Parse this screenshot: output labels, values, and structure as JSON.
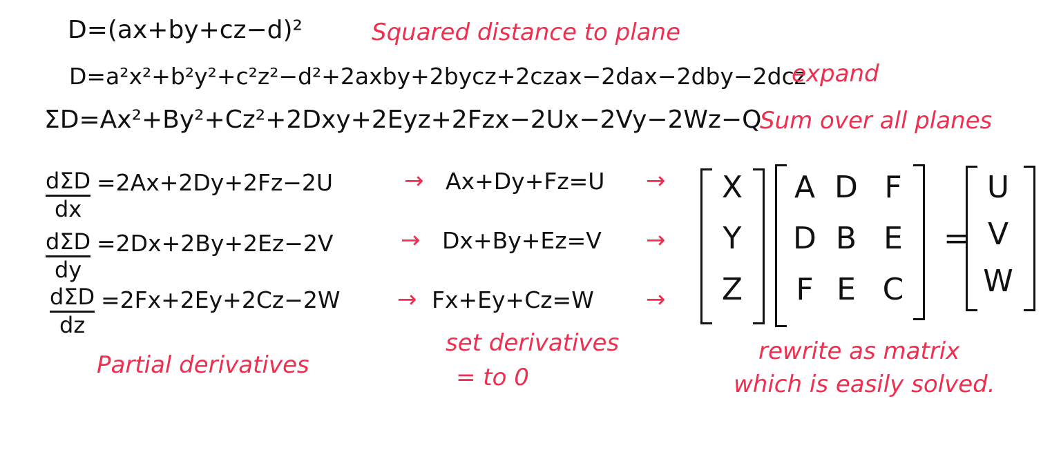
{
  "equations": {
    "line1": "D=(ax+by+cz−d)²",
    "line2": "D=a²x²+b²y²+c²z²−d²+2axby+2bycz+2czax−2dax−2dby−2dcz",
    "line3": "ΣD=Ax²+By²+Cz²+2Dxy+2Eyz+2Fzx−2Ux−2Vy−2Wz−Q",
    "deriv_x": {
      "num": "dΣD",
      "den": "dx",
      "rhs": "=2Ax+2Dy+2Fz−2U",
      "set": "Ax+Dy+Fz=U"
    },
    "deriv_y": {
      "num": "dΣD",
      "den": "dy",
      "rhs": "=2Dx+2By+2Ez−2V",
      "set": "Dx+By+Ez=V"
    },
    "deriv_z": {
      "num": "dΣD",
      "den": "dz",
      "rhs": "=2Fx+2Ey+2Cz−2W",
      "set": "Fx+Ey+Cz=W"
    }
  },
  "matrix": {
    "vector": [
      "X",
      "Y",
      "Z"
    ],
    "coeffs": [
      [
        "A",
        "D",
        "F"
      ],
      [
        "D",
        "B",
        "E"
      ],
      [
        "F",
        "E",
        "C"
      ]
    ],
    "rhs": [
      "U",
      "V",
      "W"
    ],
    "equals": "="
  },
  "arrows": {
    "symbol": "→"
  },
  "annotations": {
    "squared_distance": "Squared distance to plane",
    "expand": "expand",
    "sum_all_planes": "Sum over all planes",
    "partial_derivatives": "Partial derivatives",
    "set_derivatives_line1": "set derivatives",
    "set_derivatives_line2": "= to 0",
    "rewrite_line1": "rewrite as matrix",
    "rewrite_line2": "which is easily solved."
  },
  "colors": {
    "ink": "#111111",
    "annotation": "#ef2f4f"
  }
}
